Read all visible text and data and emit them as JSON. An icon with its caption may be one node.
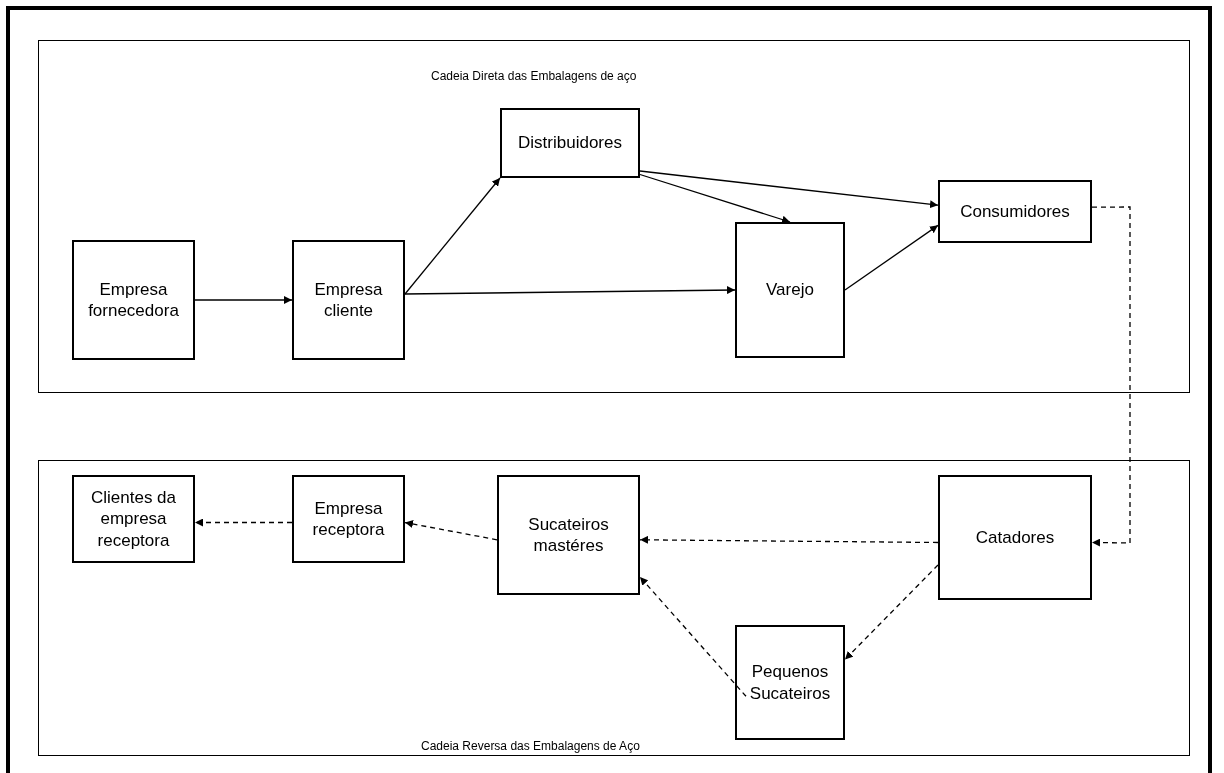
{
  "diagram": {
    "nodes": [
      {
        "text": [
          "Cadeia Direta das Embalagens de aço"
        ]
      },
      {
        "text": [
          "Empresa fornecedora"
        ],
        "in": 0
      },
      {
        "text": [
          "Empresa cliente"
        ],
        "in": 0
      },
      {
        "text": [
          "Distribuidores"
        ],
        "in": 0
      },
      {
        "text": [
          "Varejo"
        ],
        "in": 0
      },
      {
        "text": [
          "Consumidores"
        ],
        "in": 0
      },
      {
        "text": [
          "Cadeia Reversa das Embalagens de Aço"
        ]
      },
      {
        "text": [
          "Clientes da empresa receptora"
        ],
        "in": 6
      },
      {
        "text": [
          "Empresa receptora"
        ],
        "in": 6
      },
      {
        "text": [
          "Sucateiros mastéres"
        ],
        "in": 6
      },
      {
        "text": [
          "Catadores"
        ],
        "in": 6
      },
      {
        "text": [
          "Pequenos Sucateiros"
        ],
        "in": 6
      }
    ],
    "edges": [
      {
        "from": 1,
        "to": 2,
        "arrow": "to"
      },
      {
        "from": 2,
        "to": 3,
        "arrow": "to"
      },
      {
        "from": 2,
        "to": 4,
        "arrow": "to"
      },
      {
        "from": 3,
        "to": 5,
        "arrow": "to"
      },
      {
        "from": 3,
        "to": 4,
        "arrow": "to"
      },
      {
        "from": 4,
        "to": 5,
        "arrow": "to"
      },
      {
        "from": 5,
        "to": 10,
        "arrow": "to",
        "style": "dashed"
      },
      {
        "from": 10,
        "to": 9,
        "arrow": "to",
        "style": "dashed"
      },
      {
        "from": 10,
        "to": 11,
        "arrow": "to",
        "style": "dashed"
      },
      {
        "from": 11,
        "to": 9,
        "arrow": "to",
        "style": "dashed"
      },
      {
        "from": 9,
        "to": 8,
        "arrow": "to",
        "style": "dashed"
      },
      {
        "from": 8,
        "to": 7,
        "arrow": "to",
        "style": "dashed"
      }
    ]
  }
}
